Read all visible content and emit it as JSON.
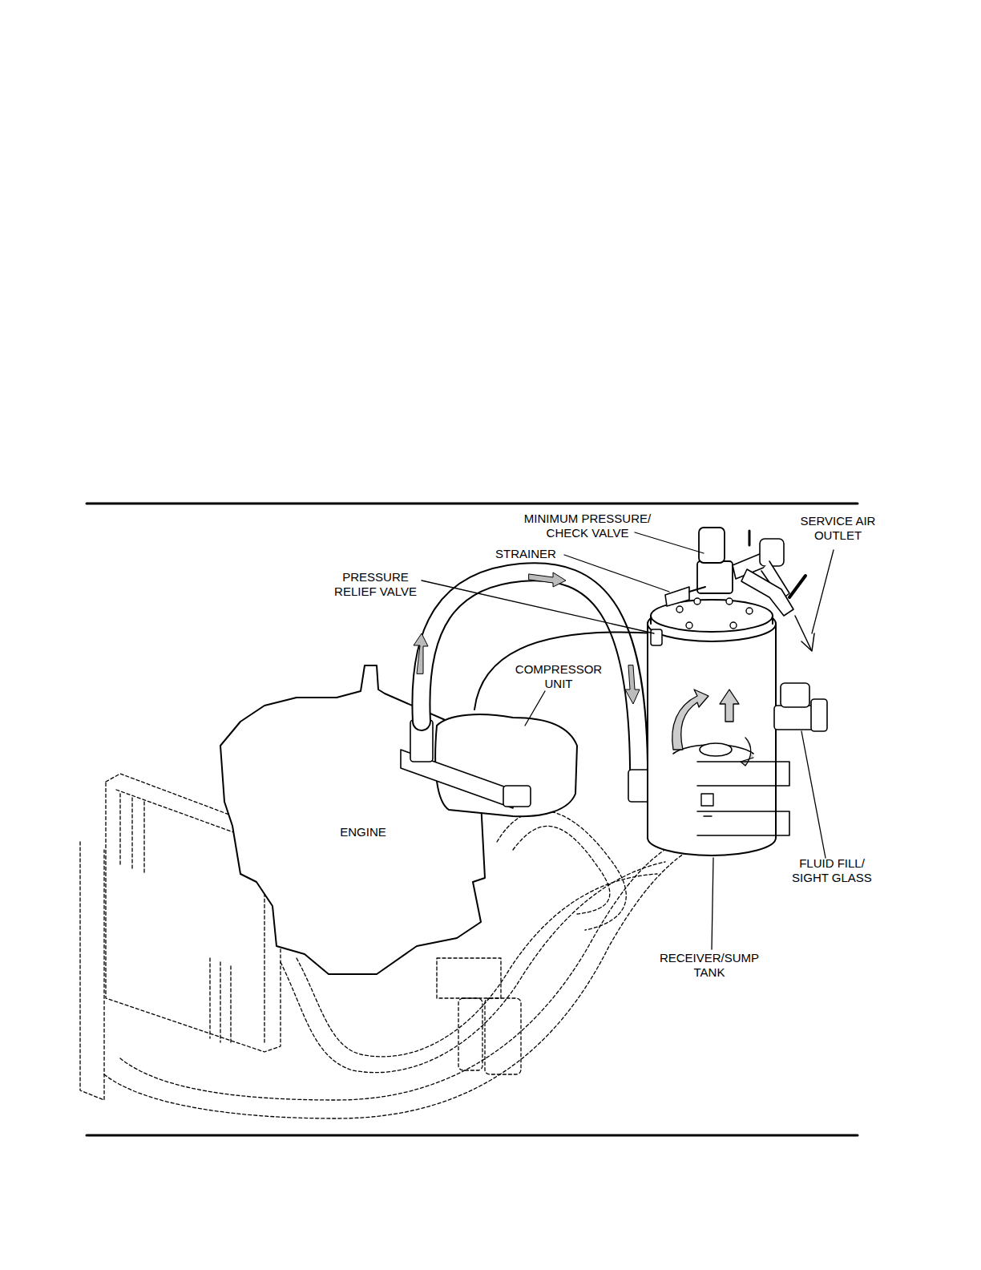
{
  "diagram": {
    "labels": [
      "MINIMUM PRESSURE/ CHECK VALVE",
      "SERVICE AIR OUTLET",
      "STRAINER",
      "PRESSURE RELIEF VALVE",
      "COMPRESSOR UNIT",
      "ENGINE",
      "FLUID FILL/ SIGHT GLASS",
      "RECEIVER/SUMP TANK"
    ]
  }
}
